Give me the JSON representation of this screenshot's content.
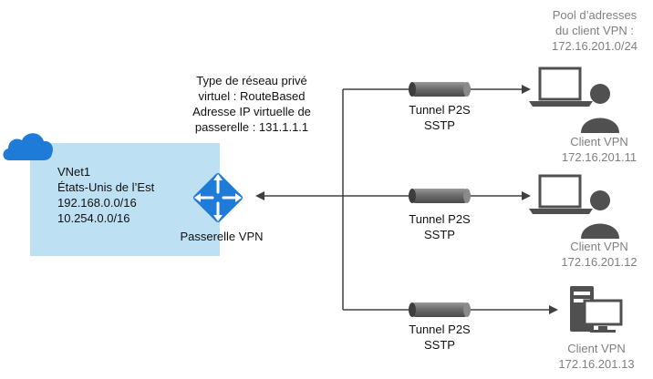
{
  "vnet": {
    "lines": [
      "VNet1",
      "États-Unis de l’Est",
      "192.168.0.0/16",
      "10.254.0.0/16"
    ]
  },
  "gateway": {
    "label": "Passerelle VPN",
    "info_lines": [
      "Type de réseau privé",
      "virtuel : RouteBased",
      "Adresse IP virtuelle de",
      "passerelle : 131.1.1.1"
    ]
  },
  "pool": {
    "lines": [
      "Pool d’adresses",
      "du client VPN :",
      "172.16.201.0/24"
    ]
  },
  "tunnels": [
    {
      "line1": "Tunnel P2S",
      "line2": "SSTP"
    },
    {
      "line1": "Tunnel P2S",
      "line2": "SSTP"
    },
    {
      "line1": "Tunnel P2S",
      "line2": "SSTP"
    }
  ],
  "clients": [
    {
      "name": "Client VPN",
      "ip": "172.16.201.11",
      "device": "laptop-user-icon"
    },
    {
      "name": "Client VPN",
      "ip": "172.16.201.12",
      "device": "laptop-user-icon"
    },
    {
      "name": "Client VPN",
      "ip": "172.16.201.13",
      "device": "desktop-computer-icon"
    }
  ],
  "colors": {
    "vnet_fill": "#bde0f3",
    "azure_blue": "#1e7bd7",
    "line": "#404040",
    "tunnel": "#6d6d6d",
    "client_icon": "#505050",
    "client_text": "#7f7f7f"
  }
}
